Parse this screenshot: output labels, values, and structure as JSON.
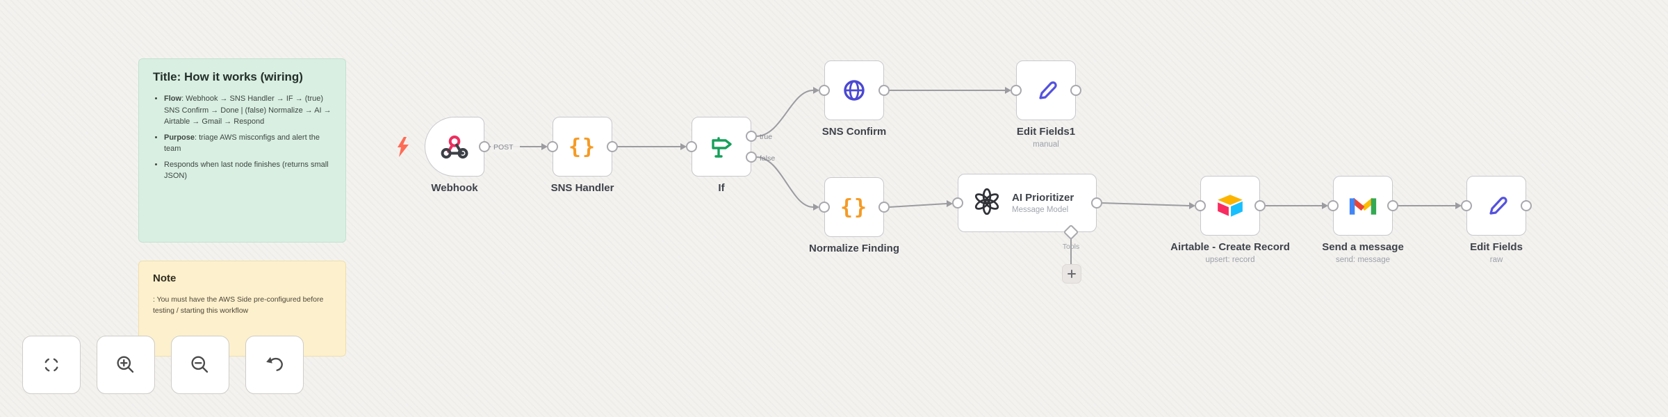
{
  "app": {
    "name": "n8n workflow editor canvas"
  },
  "colors": {
    "canvas_bg": "#f4f2ef",
    "connector": "#9b9ba0",
    "node_border": "#c8c8cd",
    "trigger_bolt": "#ff6c55",
    "sticky_green_bg": "#d9efe2",
    "sticky_yellow_bg": "#fdf0cc",
    "code_icon": "#f59b25",
    "if_icon": "#17a05a",
    "globe_icon": "#4a48d2",
    "pencil_icon": "#5452dd",
    "openai_icon": "#303238",
    "webhook_pink": "#ec2e5f",
    "webhook_dark": "#3c4046",
    "airtable_yellow": "#fcb400",
    "airtable_pink": "#f82b60",
    "airtable_blue": "#18bfff",
    "gmail_red": "#ea4335",
    "gmail_blue": "#4285f4",
    "gmail_green": "#34a853",
    "gmail_yellow": "#fbbc04"
  },
  "icons": {
    "code_glyph": "{}"
  },
  "sticky_notes": {
    "how_it_works": {
      "title": "Title: How it works (wiring)",
      "bullets": [
        {
          "bold": "Flow",
          "text": ": Webhook → SNS Handler → IF → (true) SNS Confirm → Done | (false) Normalize → AI → Airtable → Gmail → Respond"
        },
        {
          "bold": "Purpose",
          "text": ": triage AWS misconfigs and alert the team"
        },
        {
          "bold": "",
          "text": "Responds when last node finishes (returns small JSON)"
        }
      ]
    },
    "note": {
      "title": "Note",
      "body": ": You must have the AWS Side pre-configured before testing / starting this workflow"
    }
  },
  "nodes": {
    "webhook": {
      "label": "Webhook",
      "method": "POST"
    },
    "sns_handler": {
      "label": "SNS Handler"
    },
    "if": {
      "label": "If",
      "output_true": "true",
      "output_false": "false"
    },
    "sns_confirm": {
      "label": "SNS Confirm"
    },
    "edit_fields1": {
      "label": "Edit Fields1",
      "sublabel": "manual"
    },
    "normalize_finding": {
      "label": "Normalize Finding"
    },
    "ai_prioritizer": {
      "label": "AI Prioritizer",
      "sublabel": "Message Model",
      "tools_port": "Tools"
    },
    "airtable": {
      "label": "Airtable - Create Record",
      "sublabel": "upsert: record"
    },
    "gmail": {
      "label": "Send a message",
      "sublabel": "send: message"
    },
    "edit_fields": {
      "label": "Edit Fields",
      "sublabel": "raw"
    }
  }
}
